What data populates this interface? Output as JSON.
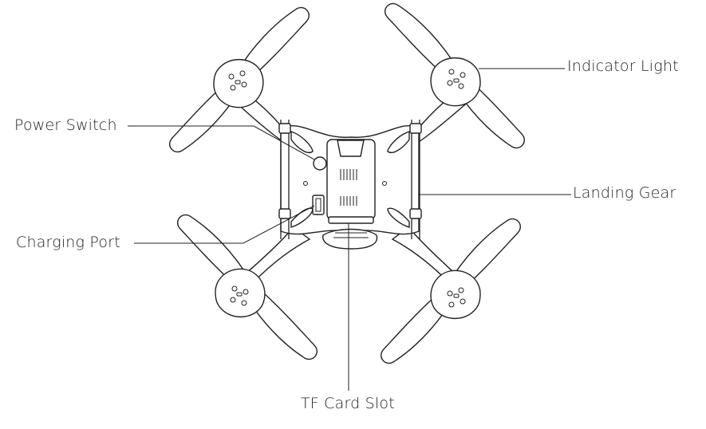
{
  "labels": {
    "indicator_light": "Indicator Light",
    "power_switch": "Power Switch",
    "landing_gear": "Landing Gear",
    "charging_port": "Charging Port",
    "tf_card_slot": "TF Card Slot"
  },
  "colors": {
    "line": "#222222",
    "background": "#ffffff"
  }
}
